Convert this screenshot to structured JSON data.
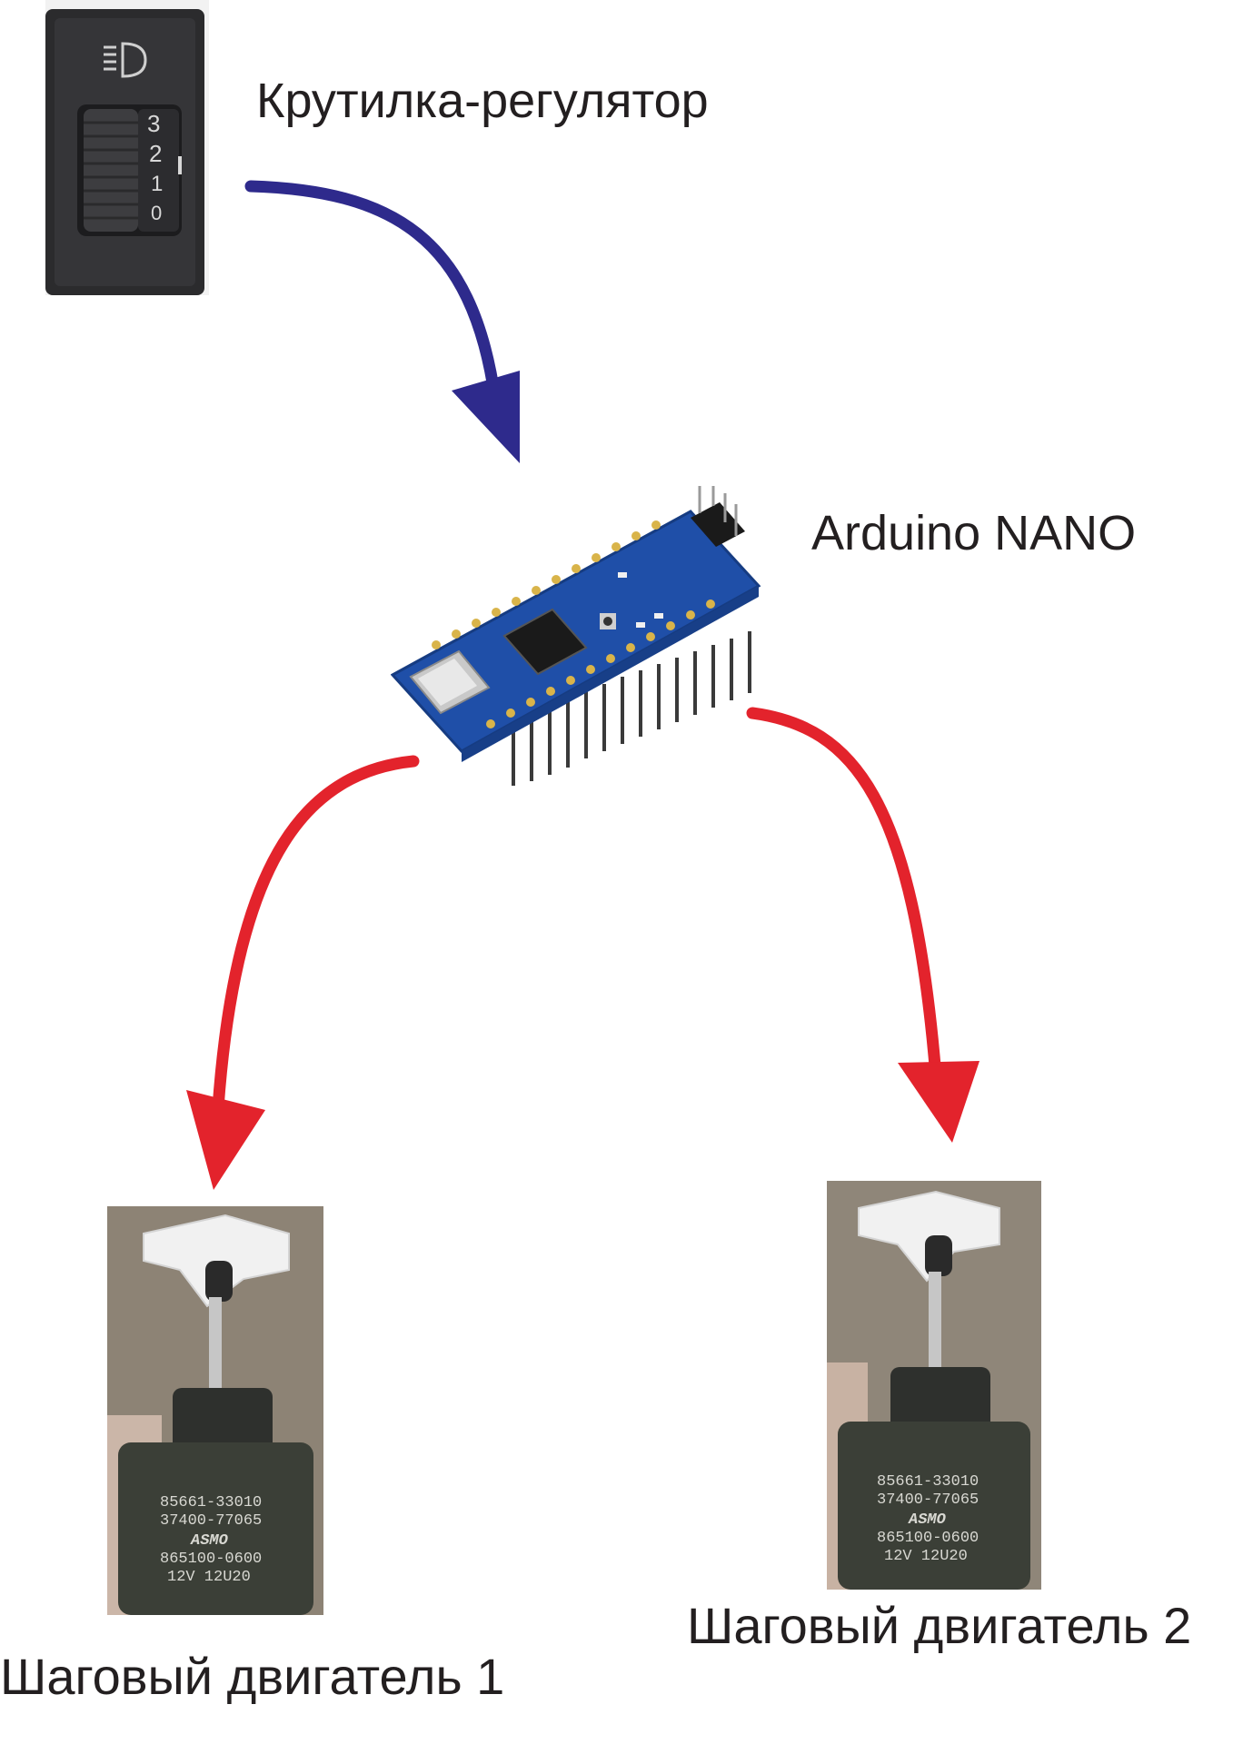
{
  "labels": {
    "dial": "Крутилка-регулятор",
    "controller": "Arduino NANO",
    "motor1": "Шаговый двигатель 1",
    "motor2": "Шаговый двигатель 2"
  },
  "dial_switch": {
    "numbers": [
      "3",
      "2",
      "1",
      "0"
    ]
  },
  "motor_markings": {
    "line1": "85661-33010",
    "line2": "37400-77065",
    "brand": "ASMO",
    "line3": "865100-0600",
    "line4": "12V  12U20"
  },
  "colors": {
    "arrow_input": "#2e2a8c",
    "arrow_output": "#e3232c",
    "pcb": "#1f4fa8",
    "text": "#231f20"
  },
  "icons": {
    "dial_headlight": "headlight-icon"
  }
}
